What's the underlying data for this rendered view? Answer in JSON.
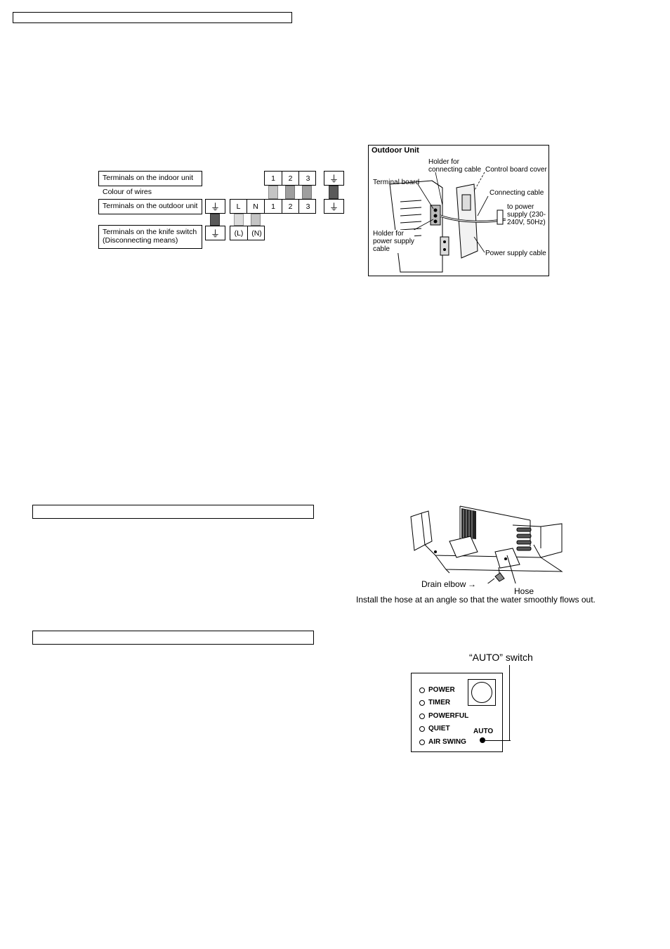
{
  "header": {
    "box_text": ""
  },
  "wiring_table": {
    "indoor_label": "Terminals on the indoor unit",
    "colour_label": "Colour of wires",
    "outdoor_label": "Terminals on the outdoor unit",
    "knife_label_line1": "Terminals on the knife switch",
    "knife_label_line2": "(Disconnecting means)",
    "indoor_terminals": [
      "1",
      "2",
      "3"
    ],
    "outdoor_terminals": [
      "L",
      "N",
      "1",
      "2",
      "3"
    ],
    "knife_terminals": [
      "(L)",
      "(N)"
    ],
    "earth_symbol": "⏚",
    "wire_colors": {
      "light": "#c4c4c4",
      "medium": "#9e9e9e",
      "dark": "#5a5a5a"
    }
  },
  "outdoor_unit_figure": {
    "title": "Outdoor Unit",
    "holder_connecting_line1": "Holder for",
    "holder_connecting_line2": "connecting cable",
    "control_board_cover": "Control board cover",
    "terminal_board": "Terminal board",
    "connecting_cable": "Connecting cable",
    "to_power_line1": "to power",
    "to_power_line2": "supply (230-",
    "to_power_line3": "240V, 50Hz)",
    "holder_power_line1": "Holder for",
    "holder_power_line2": "power supply",
    "holder_power_line3": "cable",
    "power_supply_cable": "Power supply cable"
  },
  "section_boxes": {
    "box1_text": "",
    "box2_text": ""
  },
  "drain_figure": {
    "drain_elbow": "Drain elbow",
    "hose": "Hose",
    "caption": "Install the hose at an angle so that the water smoothly flows out."
  },
  "auto_switch_figure": {
    "title": "“AUTO” switch",
    "indicators": [
      "POWER",
      "TIMER",
      "POWERFUL",
      "QUIET",
      "AIR SWING"
    ],
    "auto_label": "AUTO"
  }
}
